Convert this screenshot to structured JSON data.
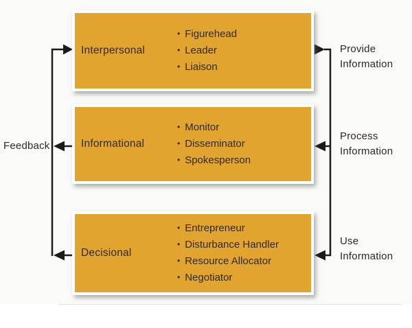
{
  "diagram": {
    "categories": [
      {
        "label": "Interpersonal",
        "roles": [
          "Figurehead",
          "Leader",
          "Liaison"
        ]
      },
      {
        "label": "Informational",
        "roles": [
          "Monitor",
          "Disseminator",
          "Spokesperson"
        ]
      },
      {
        "label": "Decisional",
        "roles": [
          "Entrepreneur",
          "Disturbance Handler",
          "Resource Allocator",
          "Negotiator"
        ]
      }
    ],
    "feedback_label": "Feedback",
    "flow_labels": [
      "Provide Information",
      "Process Information",
      "Use Information"
    ],
    "colors": {
      "box_fill": "#e1a42f",
      "box_border": "#ffffff",
      "connector": "#1b1b1b",
      "text": "#2e2a25",
      "background": "#fafaf8"
    }
  }
}
